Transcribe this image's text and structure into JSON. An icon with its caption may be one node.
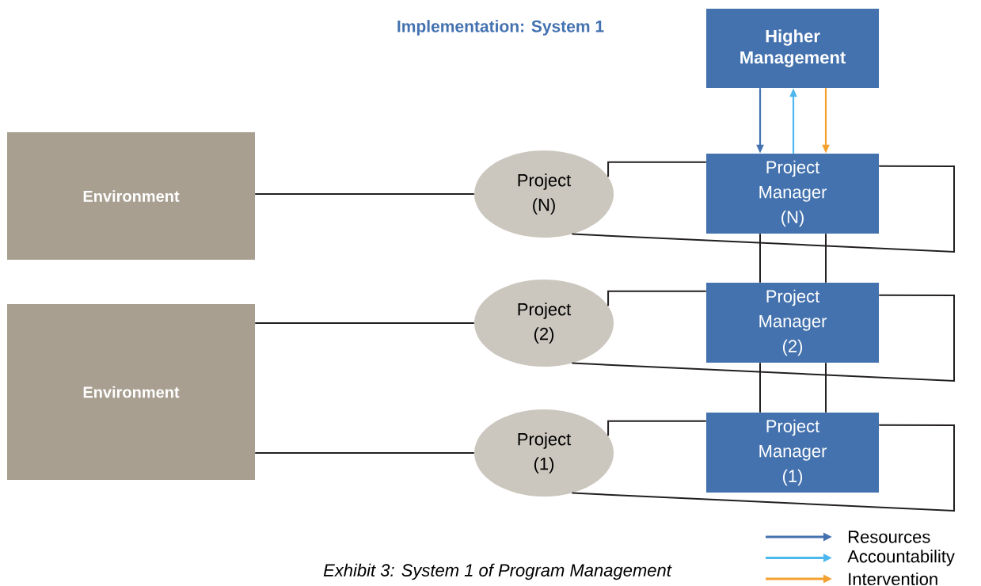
{
  "diagram": {
    "title": "Implementation: System 1",
    "caption": "Exhibit 3: System 1 of Program Management",
    "nodes": [
      {
        "text": [
          "Higher Management"
        ]
      },
      {
        "text": [
          "Environment"
        ]
      },
      {
        "text": [
          "Environment"
        ]
      },
      {
        "text": [
          "Project (N)"
        ]
      },
      {
        "text": [
          "Project Manager (N)"
        ]
      },
      {
        "text": [
          "Project (2)"
        ]
      },
      {
        "text": [
          "Project Manager (2)"
        ]
      },
      {
        "text": [
          "Project (1)"
        ]
      },
      {
        "text": [
          "Project Manager (1)"
        ]
      }
    ],
    "edges": [
      {
        "from": 1,
        "to": 3,
        "arrow": "none"
      },
      {
        "from": 2,
        "to": 5,
        "arrow": "none"
      },
      {
        "from": 2,
        "to": 7,
        "arrow": "none"
      },
      {
        "from": 0,
        "to": 4,
        "arrow": "to",
        "color": "#4472b0"
      },
      {
        "from": 4,
        "to": 0,
        "arrow": "to",
        "color": "#4db8ee"
      },
      {
        "from": 0,
        "to": 4,
        "arrow": "to",
        "color": "#f4a12f"
      },
      {
        "from": 3,
        "to": 4,
        "arrow": "none"
      },
      {
        "from": 4,
        "to": 3,
        "arrow": "none"
      },
      {
        "from": 5,
        "to": 6,
        "arrow": "none"
      },
      {
        "from": 6,
        "to": 5,
        "arrow": "none"
      },
      {
        "from": 7,
        "to": 8,
        "arrow": "none"
      },
      {
        "from": 8,
        "to": 7,
        "arrow": "none"
      },
      {
        "from": 4,
        "to": 6,
        "arrow": "none"
      },
      {
        "from": 4,
        "to": 6,
        "arrow": "none"
      },
      {
        "from": 6,
        "to": 8,
        "arrow": "none"
      },
      {
        "from": 6,
        "to": 8,
        "arrow": "none"
      }
    ],
    "legend": [
      {
        "text": "Resources"
      },
      {
        "text": "Accountability"
      },
      {
        "text": "Intervention"
      }
    ]
  }
}
